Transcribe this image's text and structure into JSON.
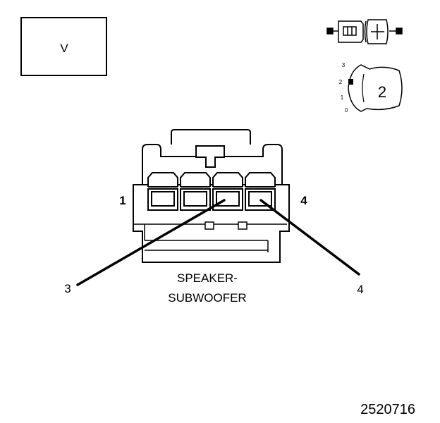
{
  "color_box": {
    "code": "V"
  },
  "position_indicator": {
    "scale": [
      "3",
      "2",
      "1",
      "0"
    ],
    "selected": "2"
  },
  "connector": {
    "pin_first": "1",
    "pin_last": "4",
    "name_line1": "SPEAKER-",
    "name_line2": "SUBWOOFER"
  },
  "callouts": [
    {
      "label": "3"
    },
    {
      "label": "4"
    }
  ],
  "figure_id": "2520716"
}
